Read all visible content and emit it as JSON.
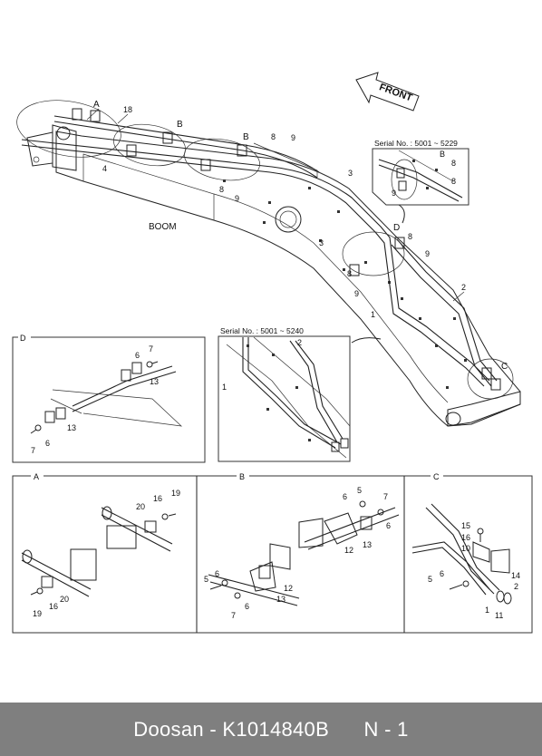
{
  "drawing": {
    "front_label": "FRONT",
    "boom_label": "BOOM",
    "serial_top": "Serial No. : 5001 ~ 5229",
    "serial_mid": "Serial No. : 5001 ~ 5240",
    "main_labels": [
      "A",
      "B",
      "B",
      "C",
      "D",
      "18",
      "4",
      "8",
      "9",
      "8",
      "9",
      "3",
      "3",
      "8",
      "9",
      "8",
      "9",
      "2",
      "1"
    ],
    "serial_top_labels": [
      "B",
      "8",
      "8",
      "9"
    ],
    "serial_mid_labels": [
      "1",
      "2"
    ],
    "detail_d": {
      "title": "D",
      "labels": [
        "6",
        "7",
        "13",
        "13",
        "6",
        "7"
      ]
    },
    "detail_a": {
      "title": "A",
      "labels": [
        "20",
        "16",
        "19",
        "20",
        "16",
        "19"
      ]
    },
    "detail_b": {
      "title": "B",
      "labels": [
        "6",
        "5",
        "7",
        "6",
        "12",
        "13",
        "5",
        "6",
        "12",
        "13",
        "6",
        "7"
      ]
    },
    "detail_c": {
      "title": "C",
      "labels": [
        "15",
        "16",
        "10",
        "6",
        "5",
        "14",
        "2",
        "1",
        "11"
      ]
    }
  },
  "footer": {
    "text": "Doosan - K1014840B      N - 1"
  }
}
